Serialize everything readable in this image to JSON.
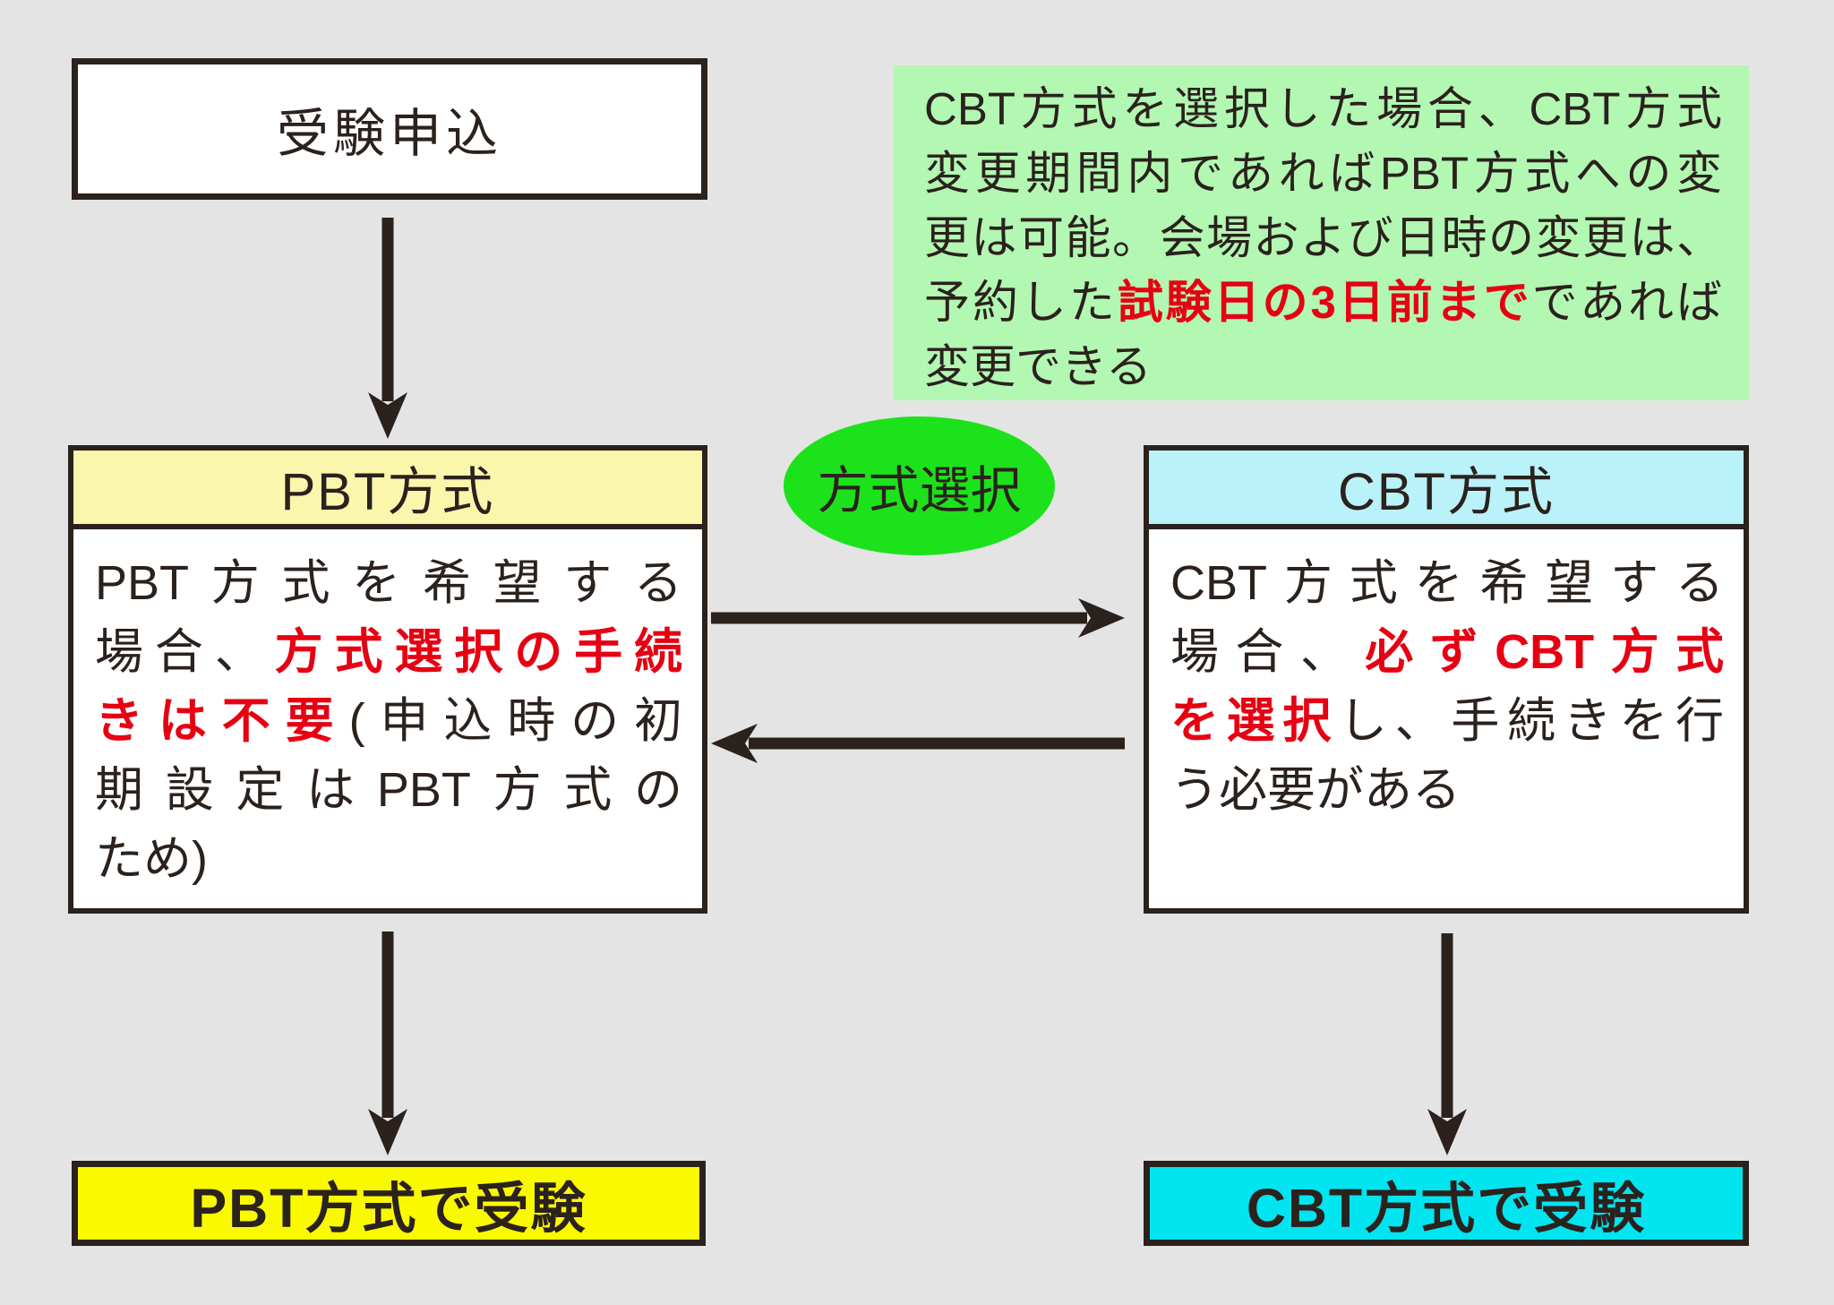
{
  "colors": {
    "background": "#e4e4e4",
    "ink": "#2b211d",
    "red": "#e60012",
    "note_bg": "#b2f7b2",
    "ellipse_bg": "#1ce21c",
    "pbt_header_bg": "#faf7ad",
    "cbt_header_bg": "#b9f2f8",
    "pbt_result_bg": "#f9f900",
    "cbt_result_bg": "#00e5f0",
    "box_bg": "#ffffff"
  },
  "start_box": {
    "label": "受験申込"
  },
  "note": {
    "lines": [
      {
        "segs": [
          {
            "t": "CBT方式を選択した場合、CBT方式"
          }
        ]
      },
      {
        "segs": [
          {
            "t": "変更期間内であればPBT方式への変"
          }
        ]
      },
      {
        "segs": [
          {
            "t": "更は可能。会場および日時の変更は、"
          }
        ]
      },
      {
        "segs": [
          {
            "t": "予約した"
          },
          {
            "t": "試験日の3日前まで",
            "red": true
          },
          {
            "t": "であれば"
          }
        ]
      },
      {
        "segs": [
          {
            "t": "変更できる"
          }
        ],
        "last": true
      }
    ]
  },
  "selector": {
    "label": "方式選択"
  },
  "pbt": {
    "header": "PBT方式",
    "body_lines": [
      {
        "segs": [
          {
            "t": "PBT方式を希望する"
          }
        ]
      },
      {
        "segs": [
          {
            "t": "場合、"
          },
          {
            "t": "方式選択の手続",
            "red": true
          }
        ]
      },
      {
        "segs": [
          {
            "t": "きは不要",
            "red": true
          },
          {
            "t": "(申込時の初"
          }
        ]
      },
      {
        "segs": [
          {
            "t": "期設定はPBT方式の"
          }
        ]
      },
      {
        "segs": [
          {
            "t": "ため)"
          }
        ],
        "last": true
      }
    ],
    "result": "PBT方式で受験"
  },
  "cbt": {
    "header": "CBT方式",
    "body_lines": [
      {
        "segs": [
          {
            "t": "CBT方式を希望する"
          }
        ]
      },
      {
        "segs": [
          {
            "t": "場合、"
          },
          {
            "t": "必ずCBT方式",
            "red": true
          }
        ]
      },
      {
        "segs": [
          {
            "t": "を選択",
            "red": true
          },
          {
            "t": "し、手続きを行"
          }
        ]
      },
      {
        "segs": [
          {
            "t": "う必要がある"
          }
        ],
        "last": true
      }
    ],
    "result": "CBT方式で受験"
  }
}
